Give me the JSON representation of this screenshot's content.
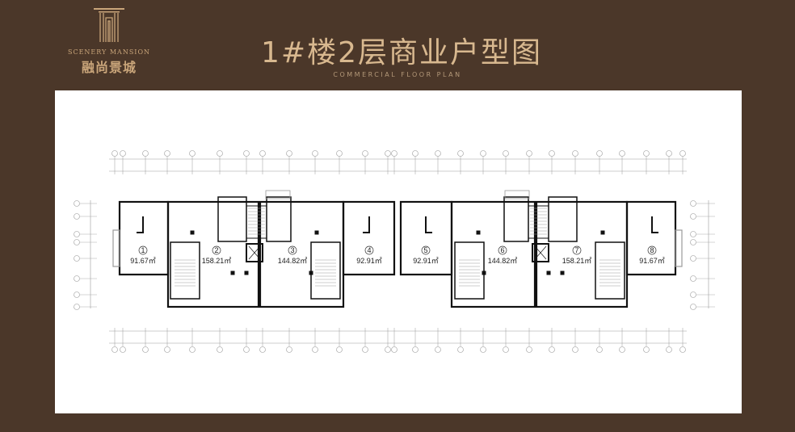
{
  "logo": {
    "brand_en": "SCENERY MANSION",
    "brand_cn": "融尚景城"
  },
  "header": {
    "title": "1#楼2层商业户型图",
    "subtitle": "COMMERCIAL FLOOR PLAN"
  },
  "colors": {
    "background": "#4b3729",
    "gold": "#d8b88f",
    "wall": "#111111",
    "line": "#9a9a9a"
  },
  "units": [
    {
      "number": "1",
      "area": "91.67㎡"
    },
    {
      "number": "2",
      "area": "158.21㎡"
    },
    {
      "number": "3",
      "area": "144.82㎡"
    },
    {
      "number": "4",
      "area": "92.91㎡"
    },
    {
      "number": "5",
      "area": "92.91㎡"
    },
    {
      "number": "6",
      "area": "144.82㎡"
    },
    {
      "number": "7",
      "area": "158.21㎡"
    },
    {
      "number": "8",
      "area": "91.67㎡"
    }
  ]
}
